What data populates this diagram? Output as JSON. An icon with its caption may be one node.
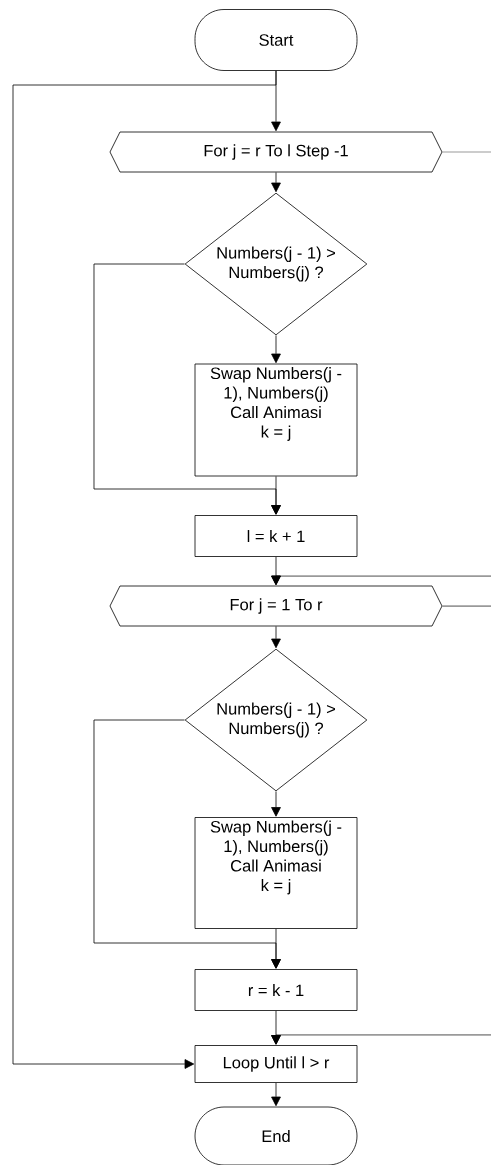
{
  "diagram": {
    "nodes": [
      {
        "text": [
          "Start"
        ]
      },
      {
        "text": [
          "For j = r To l Step -1"
        ]
      },
      {
        "text": [
          "Numbers(j - 1) > Numbers(j)  ?"
        ]
      },
      {
        "text": [
          "Swap Numbers(j - 1), Numbers(j)",
          "Call Animasi",
          "k = j"
        ]
      },
      {
        "text": [
          "l = k + 1"
        ]
      },
      {
        "text": [
          "For j = 1 To r"
        ]
      },
      {
        "text": [
          "Numbers(j - 1) > Numbers(j)  ?"
        ]
      },
      {
        "text": [
          "Swap Numbers(j - 1), Numbers(j)",
          "Call Animasi",
          "k = j"
        ]
      },
      {
        "text": [
          "r = k - 1"
        ]
      },
      {
        "text": [
          "Loop Until l > r"
        ]
      },
      {
        "text": [
          "End"
        ]
      }
    ],
    "edges": [
      {
        "from": 0,
        "to": 1,
        "arrow": "to"
      },
      {
        "from": 0,
        "to": 9,
        "arrow": "to"
      },
      {
        "from": 1,
        "to": 2,
        "arrow": "to"
      },
      {
        "from": 1,
        "to": null,
        "arrow": "none"
      },
      {
        "from": 2,
        "to": 3,
        "arrow": "to"
      },
      {
        "from": 2,
        "to": 4,
        "arrow": "to"
      },
      {
        "from": 3,
        "to": 4,
        "arrow": "to"
      },
      {
        "from": 4,
        "to": 5,
        "arrow": "to"
      },
      {
        "from": null,
        "to": 5,
        "arrow": "to"
      },
      {
        "from": 5,
        "to": 6,
        "arrow": "to"
      },
      {
        "from": 5,
        "to": null,
        "arrow": "none"
      },
      {
        "from": 6,
        "to": 7,
        "arrow": "to"
      },
      {
        "from": 6,
        "to": 8,
        "arrow": "to"
      },
      {
        "from": 7,
        "to": 8,
        "arrow": "to"
      },
      {
        "from": 8,
        "to": 9,
        "arrow": "to"
      },
      {
        "from": null,
        "to": 9,
        "arrow": "to"
      },
      {
        "from": 9,
        "to": 10,
        "arrow": "to"
      }
    ]
  }
}
